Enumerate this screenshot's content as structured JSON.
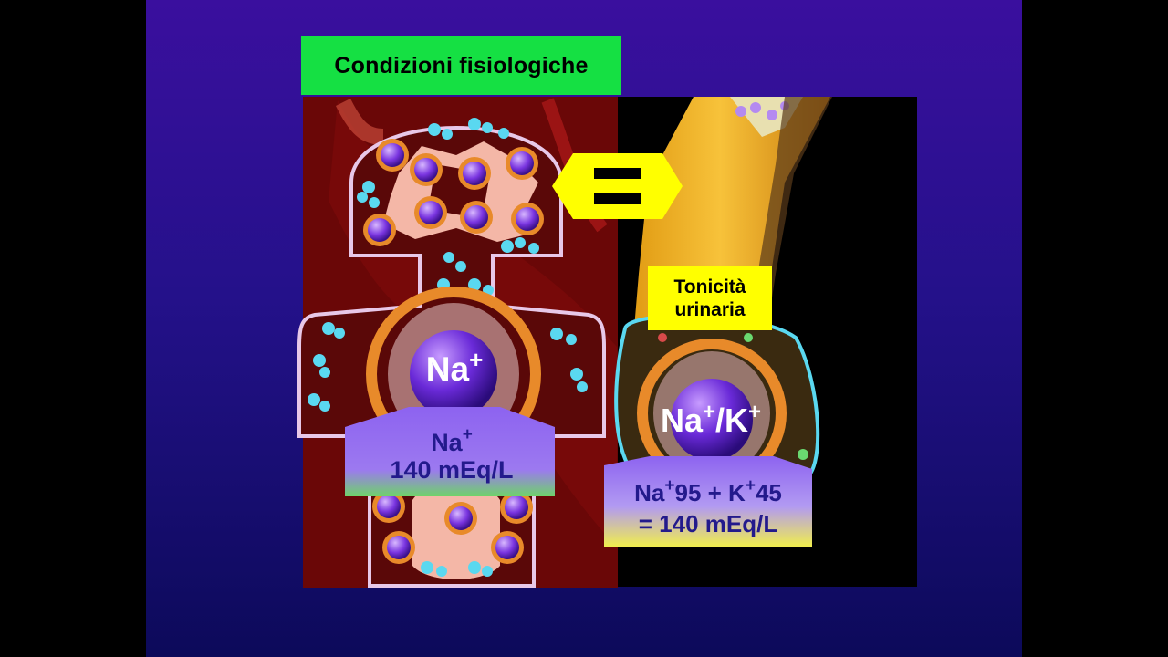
{
  "title": "Condizioni fisiologiche",
  "equal_sign": "=",
  "plasma": {
    "ion_symbol": "Na",
    "ion_charge": "+",
    "label_ion": "Na",
    "label_charge": "+",
    "label_value": "140 mEq/L"
  },
  "urine": {
    "header_line1": "Tonicità",
    "header_line2": "urinaria",
    "ion_symbol": "Na",
    "ion_charge": "+",
    "ion_sep": "/K",
    "ion_charge2": "+",
    "label_na": "Na",
    "label_na_charge": "+",
    "label_na_value": "95 + K",
    "label_k_charge": "+",
    "label_k_value": "45",
    "label_total": "= 140 mEq/L"
  },
  "colors": {
    "slide_top": "#3a0f9e",
    "slide_bottom": "#0c0a5a",
    "title_bg": "#15e043",
    "arrow": "#ffff00",
    "tissue_left": "#6a0707",
    "cell_membrane": "#e8c8e8",
    "orange_ring": "#e88a2a",
    "ion_purple": "#6a2ad8",
    "label_box": "#8d63f0"
  }
}
